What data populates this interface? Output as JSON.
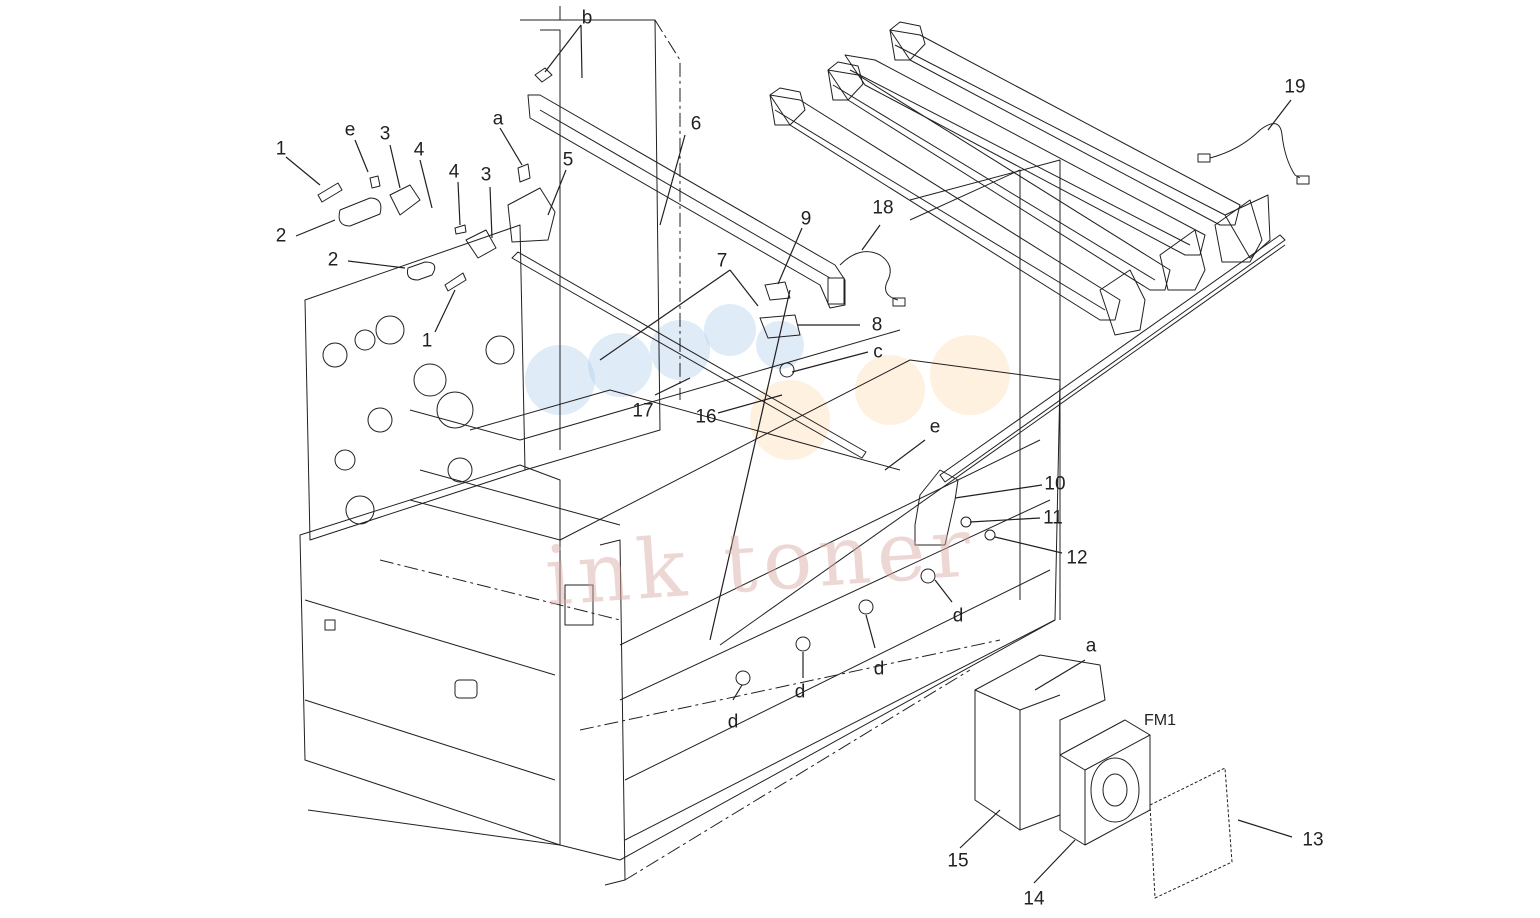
{
  "diagram": {
    "callouts": {
      "b": "b",
      "a_top": "a",
      "a_fan": "a",
      "e_left": "e",
      "e_right": "e",
      "c": "c",
      "d1": "d",
      "d2": "d",
      "d3": "d",
      "d4": "d",
      "n1_left": "1",
      "n1_mid": "1",
      "n2_left": "2",
      "n2_mid": "2",
      "n3_left": "3",
      "n3_mid": "3",
      "n4_left": "4",
      "n4_mid": "4",
      "n5": "5",
      "n6": "6",
      "n7": "7",
      "n8": "8",
      "n9": "9",
      "n10": "10",
      "n11": "11",
      "n12": "12",
      "n13": "13",
      "n14": "14",
      "n15": "15",
      "n16": "16",
      "n17": "17",
      "n18": "18",
      "n19": "19",
      "fm1": "FM1"
    },
    "watermark": "ink toner"
  }
}
